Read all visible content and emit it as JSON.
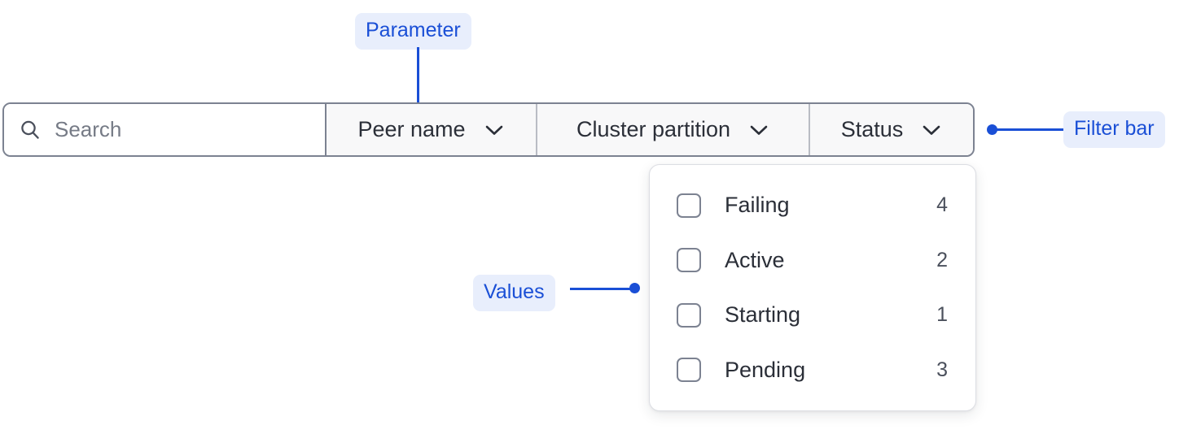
{
  "filter_bar": {
    "search": {
      "placeholder": "Search",
      "value": "",
      "icon": "search-icon"
    },
    "dropdowns": [
      {
        "label": "Peer name",
        "icon": "chevron-down-icon",
        "expanded": false
      },
      {
        "label": "Cluster partition",
        "icon": "chevron-down-icon",
        "expanded": false
      },
      {
        "label": "Status",
        "icon": "chevron-down-icon",
        "expanded": true
      }
    ]
  },
  "dropdown_panel": {
    "options": [
      {
        "label": "Failing",
        "count": "4",
        "checked": false
      },
      {
        "label": "Active",
        "count": "2",
        "checked": false
      },
      {
        "label": "Starting",
        "count": "1",
        "checked": false
      },
      {
        "label": "Pending",
        "count": "3",
        "checked": false
      }
    ]
  },
  "annotations": [
    {
      "id": "parameter",
      "text": "Parameter"
    },
    {
      "id": "filter-bar",
      "text": "Filter bar"
    },
    {
      "id": "values",
      "text": "Values"
    }
  ],
  "colors": {
    "annotation_text": "#1a4fd6",
    "annotation_bg": "#e8eefc",
    "bar_border": "#7c8291",
    "segment_bg": "#f8f8f9",
    "text": "#2b2f38",
    "muted_text": "#767b86"
  }
}
